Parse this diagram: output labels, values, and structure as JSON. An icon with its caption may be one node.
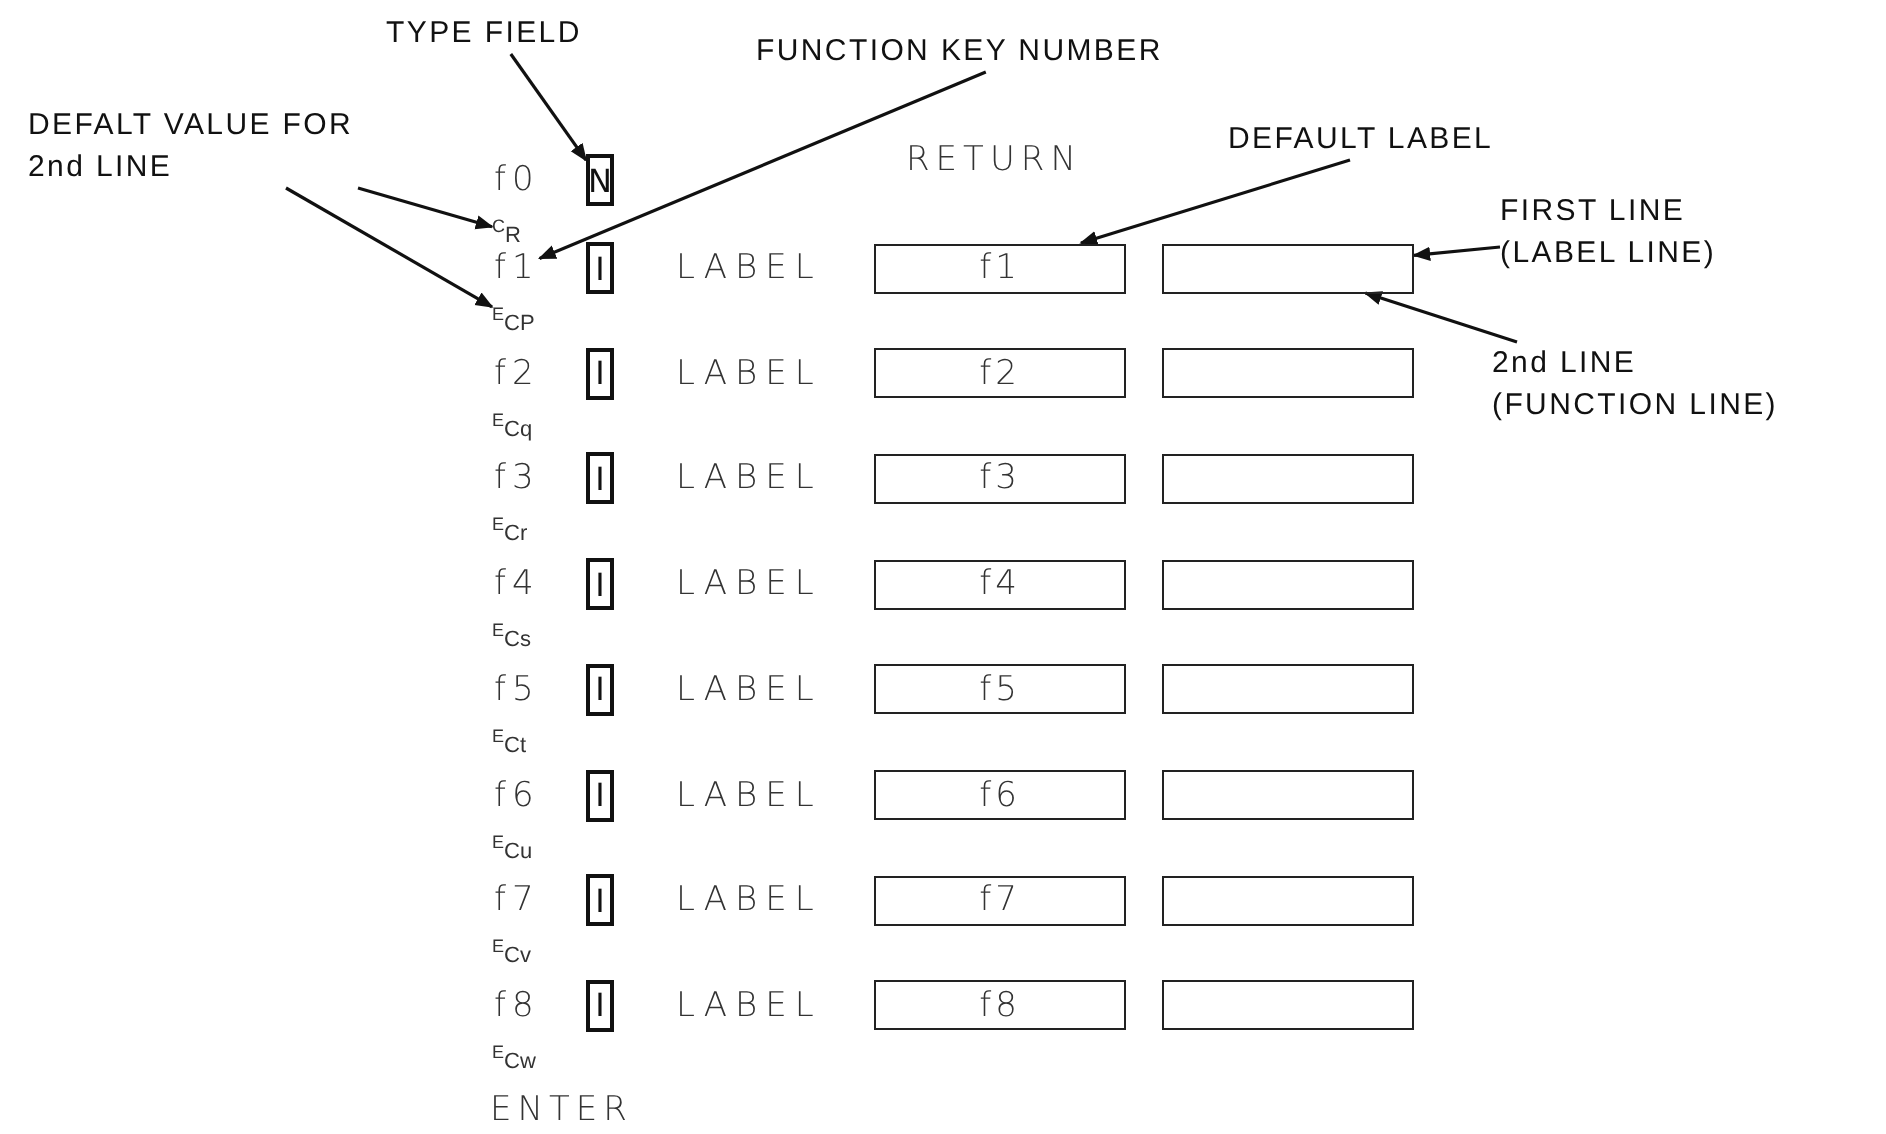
{
  "diagram": {
    "nodes": [
      {
        "text": [
          "TYPE FIELD"
        ]
      },
      {
        "text": [
          "FUNCTION KEY NUMBER"
        ]
      },
      {
        "text": [
          "DEFALT VALUE FOR 2nd LINE"
        ]
      },
      {
        "text": [
          "DEFAULT LABEL"
        ]
      },
      {
        "text": [
          "FIRST LINE (LABEL LINE)"
        ]
      },
      {
        "text": [
          "2nd LINE (FUNCTION LINE)"
        ]
      },
      {
        "text": [
          "N"
        ]
      },
      {
        "text": [
          "$^{C}$R"
        ]
      },
      {
        "text": [
          "f1"
        ]
      },
      {
        "text": [
          "I"
        ]
      },
      {
        "text": [
          "f1"
        ]
      },
      {
        "text": [],
        "shape": "box"
      },
      {
        "text": [
          "$^{E}$CP"
        ]
      },
      {
        "text": [
          "I"
        ]
      },
      {
        "text": [
          "f2"
        ]
      },
      {
        "text": [],
        "shape": "box"
      },
      {
        "text": [
          "I"
        ]
      },
      {
        "text": [
          "f3"
        ]
      },
      {
        "text": [],
        "shape": "box"
      },
      {
        "text": [
          "I"
        ]
      },
      {
        "text": [
          "f4"
        ]
      },
      {
        "text": [],
        "shape": "box"
      },
      {
        "text": [
          "I"
        ]
      },
      {
        "text": [
          "f5"
        ]
      },
      {
        "text": [],
        "shape": "box"
      },
      {
        "text": [
          "I"
        ]
      },
      {
        "text": [
          "f6"
        ]
      },
      {
        "text": [],
        "shape": "box"
      },
      {
        "text": [
          "I"
        ]
      },
      {
        "text": [
          "f7"
        ]
      },
      {
        "text": [],
        "shape": "box"
      },
      {
        "text": [
          "I"
        ]
      },
      {
        "text": [
          "f8"
        ]
      },
      {
        "text": [],
        "shape": "box"
      }
    ],
    "edges": [
      {
        "from": 0,
        "to": 6,
        "arrow": "to"
      },
      {
        "from": 1,
        "to": 8,
        "arrow": "to"
      },
      {
        "from": 2,
        "to": 7,
        "arrow": "to"
      },
      {
        "from": 2,
        "to": 12,
        "arrow": "to"
      },
      {
        "from": 3,
        "to": 10,
        "arrow": "to"
      },
      {
        "from": 4,
        "to": 11,
        "arrow": "to"
      },
      {
        "from": 5,
        "to": 11,
        "arrow": "to"
      }
    ],
    "labels": [
      "f0",
      "RETURN",
      "LABEL",
      "f2",
      "LABEL",
      "$^{E}$Cq",
      "f3",
      "LABEL",
      "$^{E}$Cr",
      "f4",
      "LABEL",
      "$^{E}$Cs",
      "f5",
      "LABEL",
      "$^{E}$Ct",
      "f6",
      "LABEL",
      "$^{E}$Cu",
      "f7",
      "LABEL",
      "$^{E}$Cv",
      "f8",
      "LABEL",
      "$^{E}$Cw",
      "ENTER"
    ]
  }
}
